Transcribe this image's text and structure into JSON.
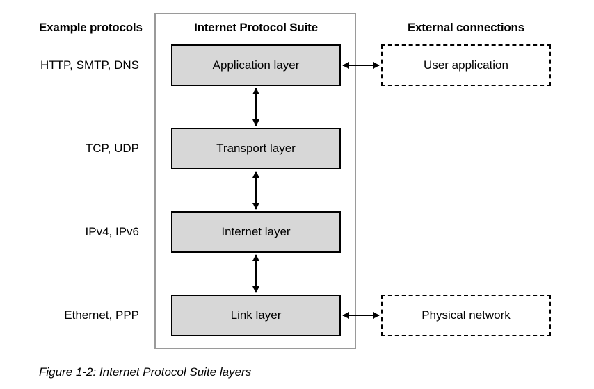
{
  "headings": {
    "left": "Example protocols",
    "center": "Internet Protocol Suite",
    "right": "External connections"
  },
  "layers": [
    {
      "label": "Application layer",
      "protocols": "HTTP, SMTP, DNS"
    },
    {
      "label": "Transport layer",
      "protocols": "TCP, UDP"
    },
    {
      "label": "Internet layer",
      "protocols": "IPv4, IPv6"
    },
    {
      "label": "Link layer",
      "protocols": "Ethernet, PPP"
    }
  ],
  "external": [
    {
      "label": "User application",
      "connects_to": "Application layer"
    },
    {
      "label": "Physical network",
      "connects_to": "Link layer"
    }
  ],
  "caption": "Figure 1-2: Internet Protocol Suite layers",
  "colors": {
    "layer_fill": "#d7d7d7",
    "suite_border": "#9a9a9a",
    "line": "#000000"
  }
}
